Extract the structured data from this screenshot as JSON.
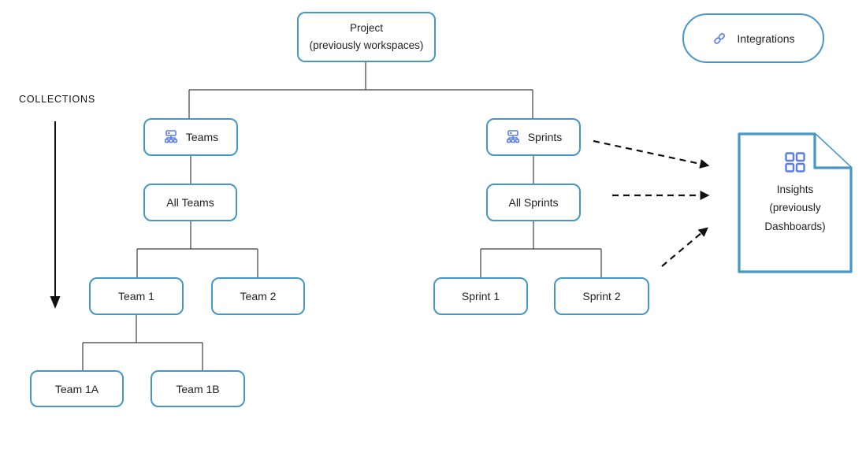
{
  "diagram": {
    "collections": {
      "label": "COLLECTIONS"
    },
    "nodes": {
      "project": {
        "line1": "Project",
        "line2": "(previously workspaces)"
      },
      "integrations": {
        "label": "Integrations"
      },
      "teams": {
        "label": "Teams"
      },
      "all_teams": {
        "label": "All Teams"
      },
      "team_1": {
        "label": "Team 1"
      },
      "team_2": {
        "label": "Team 2"
      },
      "team_1a": {
        "label": "Team 1A"
      },
      "team_1b": {
        "label": "Team 1B"
      },
      "sprints": {
        "label": "Sprints"
      },
      "all_sprints": {
        "label": "All Sprints"
      },
      "sprint_1": {
        "label": "Sprint 1"
      },
      "sprint_2": {
        "label": "Sprint 2"
      },
      "insights": {
        "line1": "Insights",
        "line2": "(previously",
        "line3": "Dashboards)"
      }
    },
    "icons": {
      "teams": "org-chart-icon",
      "sprints": "org-chart-icon",
      "integrations": "link-icon",
      "insights": "grid-icon"
    },
    "colors": {
      "node_border": "#4697c9",
      "icon_blue": "#5b7cea",
      "connector": "#3f3f3f",
      "arrow": "#111111",
      "text": "#1f1f1f",
      "background": "#ffffff"
    }
  }
}
